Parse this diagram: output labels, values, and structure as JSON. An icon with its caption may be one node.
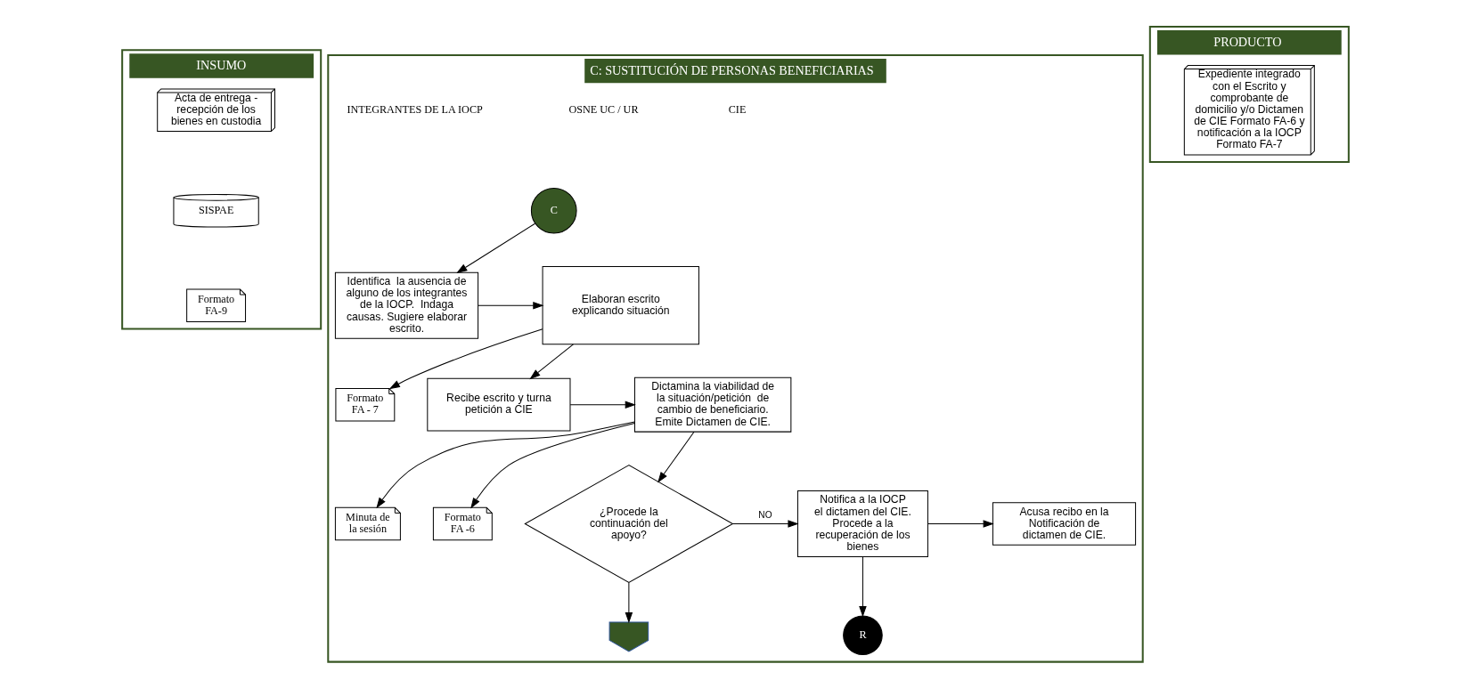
{
  "diagram": {
    "nodes": [
      {
        "text": [
          "INSUMO"
        ]
      },
      {
        "text": [
          "Acta de entrega - recepción de los bienes en custodia"
        ],
        "in": 0
      },
      {
        "text": [
          "SISPAE"
        ],
        "in": 0
      },
      {
        "text": [
          "Formato FA-9"
        ],
        "in": 0
      },
      {
        "text": [
          "C: SUSTITUCIÓN DE PERSONAS BENEFICIARIAS"
        ]
      },
      {
        "text": [
          "C"
        ],
        "in": 4
      },
      {
        "text": [
          "Identifica  la ausencia de alguno de los integrantes de la IOCP.  Indaga causas. Sugiere elaborar escrito."
        ],
        "in": 4
      },
      {
        "text": [
          "Elaboran escrito explicando situación"
        ],
        "in": 4
      },
      {
        "text": [
          "Formato FA - 7"
        ],
        "in": 4
      },
      {
        "text": [
          "Recibe escrito y turna petición a CIE"
        ],
        "in": 4
      },
      {
        "text": [
          "Dictamina la viabilidad de la situación/petición  de cambio de beneficiario. Emite Dictamen de CIE."
        ],
        "in": 4
      },
      {
        "text": [
          "Minuta de la sesión"
        ],
        "in": 4
      },
      {
        "text": [
          "Formato FA -6"
        ],
        "in": 4
      },
      {
        "text": [
          "¿Procede la continuación del apoyo?"
        ],
        "in": 4
      },
      {
        "text": [
          "Notifica a la IOCP el dictamen del CIE. Procede a la recuperación de los bienes"
        ],
        "in": 4
      },
      {
        "text": [
          "Acusa recibo en la Notificación de dictamen de CIE."
        ],
        "in": 4
      },
      {
        "text": [
          "R"
        ],
        "in": 4
      },
      {
        "text": [],
        "shape": "pentagon",
        "in": 4
      },
      {
        "text": [
          "PRODUCTO"
        ]
      },
      {
        "text": [
          "Expediente integrado con el Escrito y comprobante de domicilio y/o Dictamen de CIE Formato FA-6 y notificación a la IOCP Formato FA-7"
        ],
        "in": 18
      }
    ],
    "edges": [
      {
        "from": 5,
        "to": 6,
        "arrow": "to"
      },
      {
        "from": 6,
        "to": 7,
        "arrow": "to"
      },
      {
        "from": 7,
        "to": 8,
        "arrow": "to"
      },
      {
        "from": 7,
        "to": 9,
        "arrow": "to"
      },
      {
        "from": 9,
        "to": 10,
        "arrow": "to"
      },
      {
        "from": 10,
        "to": 11,
        "arrow": "to"
      },
      {
        "from": 10,
        "to": 12,
        "arrow": "to"
      },
      {
        "from": 10,
        "to": 13,
        "arrow": "to"
      },
      {
        "from": 13,
        "to": 14,
        "arrow": "to",
        "label": "NO"
      },
      {
        "from": 14,
        "to": 15,
        "arrow": "to"
      },
      {
        "from": 14,
        "to": 16,
        "arrow": "to"
      },
      {
        "from": 13,
        "to": 17,
        "arrow": "to"
      }
    ],
    "labels": [
      "INTEGRANTES DE LA IOCP",
      "OSNE UC / UR",
      "CIE"
    ]
  }
}
